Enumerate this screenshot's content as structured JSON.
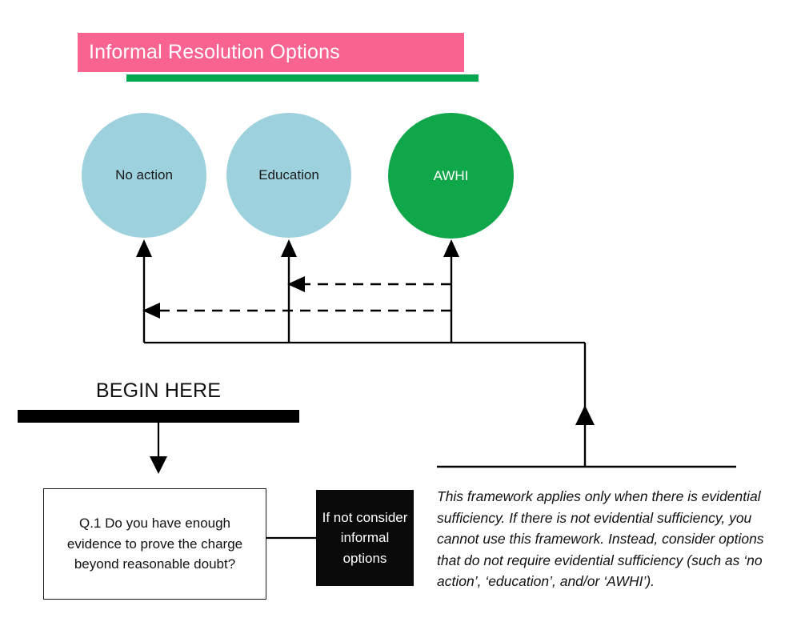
{
  "header": {
    "title": "Informal Resolution Options",
    "title_bar_color": "#f9638f",
    "underbar_color": "#00a650",
    "title_text_color": "#ffffff"
  },
  "options": [
    {
      "label": "No action",
      "fill": "#9ed1de",
      "text_color": "#1a1a1a"
    },
    {
      "label": "Education",
      "fill": "#9ed1de",
      "text_color": "#1a1a1a"
    },
    {
      "label": "AWHI",
      "fill": "#10a74a",
      "text_color": "#ffffff"
    }
  ],
  "start": {
    "label": "BEGIN HERE",
    "bar_color": "#000000"
  },
  "question": {
    "text": "Q.1 Do you have enough evidence to prove the charge beyond reasonable doubt?",
    "border_color": "#1a1a1a",
    "background": "#ffffff"
  },
  "informal": {
    "text": "If not consider informal options",
    "background": "#0a0a0a",
    "text_color": "#ffffff"
  },
  "note": {
    "text": "This framework applies only when there is evidential sufficiency. If there is not evidential sufficiency, you cannot use this framework. Instead, consider options that do not require evidential sufficiency (such as ‘no action’, ‘education’, and/or ‘AWHI’)."
  },
  "connectors": {
    "line_color": "#000000",
    "solid_arrows": [
      "no-action-up-arrow",
      "education-up-arrow",
      "awhi-up-arrow",
      "begin-here-down-arrow",
      "note-up-arrow"
    ],
    "dashed_arrows": [
      "awhi-to-education-dashed-arrow",
      "awhi-to-no-action-dashed-arrow"
    ]
  }
}
